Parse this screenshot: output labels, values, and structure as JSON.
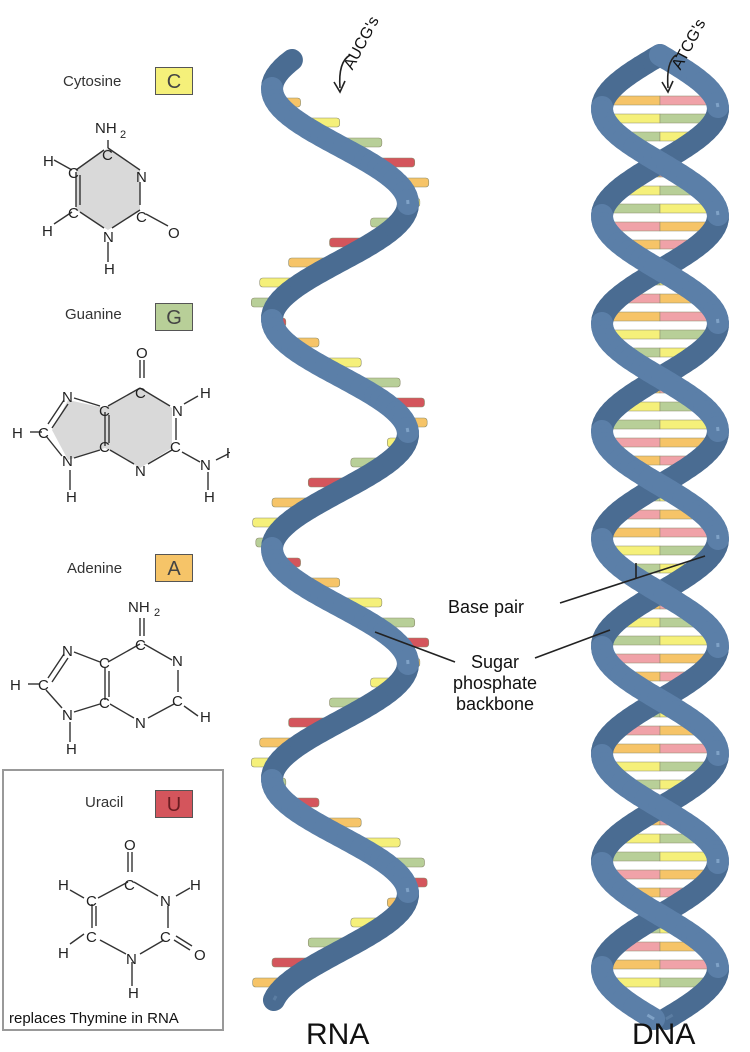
{
  "bases": {
    "cytosine": {
      "name": "Cytosine",
      "letter": "C",
      "color": "#f5f07a"
    },
    "guanine": {
      "name": "Guanine",
      "letter": "G",
      "color": "#b8cf98"
    },
    "adenine": {
      "name": "Adenine",
      "letter": "A",
      "color": "#f6c468"
    },
    "uracil": {
      "name": "Uracil",
      "letter": "U",
      "color": "#d4555c"
    }
  },
  "uracil_note": "replaces Thymine in RNA",
  "rna_callout": "AUCG's",
  "dna_callout": "ATCG's",
  "annotations": {
    "base_pair": "Base pair",
    "backbone_line1": "Sugar",
    "backbone_line2": "phosphate",
    "backbone_line3": "backbone"
  },
  "helix_labels": {
    "rna": "RNA",
    "dna": "DNA"
  },
  "colors": {
    "backbone": "#5b7fa8",
    "backbone_dark": "#2d4a6b",
    "thymine": "#f0a2a8"
  },
  "atoms": {
    "N": "N",
    "C": "C",
    "O": "O",
    "H": "H",
    "NH2": "NH",
    "NH2_sub": "2"
  }
}
